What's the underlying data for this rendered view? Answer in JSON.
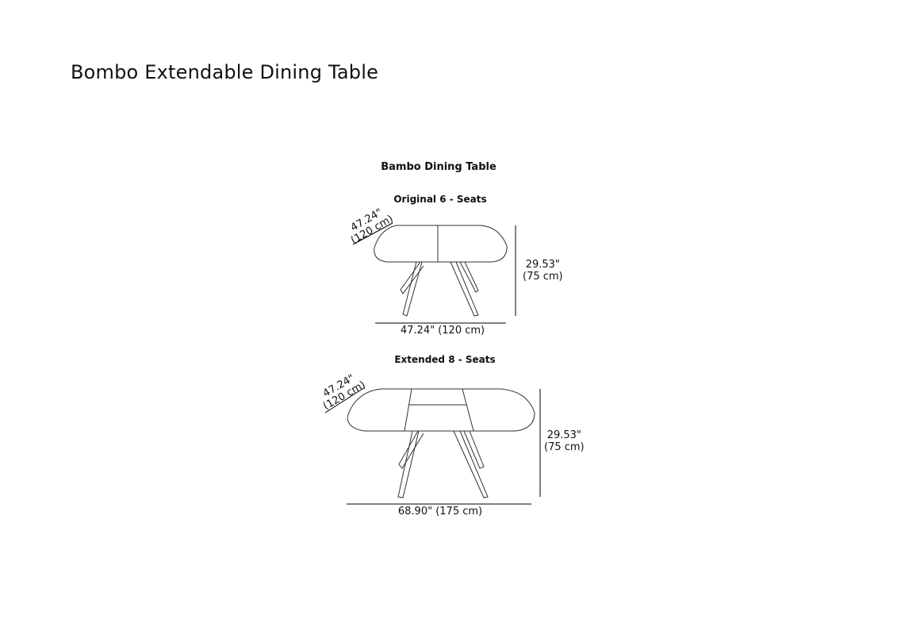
{
  "page_title": "Bombo Extendable Dining Table",
  "diagram_title": "Bambo Dining Table",
  "original": {
    "heading": "Original 6 - Seats",
    "depth_in": "47.24\"",
    "depth_cm": "(120 cm)",
    "height_in": "29.53\"",
    "height_cm": "(75 cm)",
    "width": "47.24\" (120 cm)"
  },
  "extended": {
    "heading": "Extended 8 - Seats",
    "depth_in": "47.24\"",
    "depth_cm": "(120 cm)",
    "height_in": "29.53\"",
    "height_cm": "(75 cm)",
    "width": "68.90\" (175 cm)"
  }
}
